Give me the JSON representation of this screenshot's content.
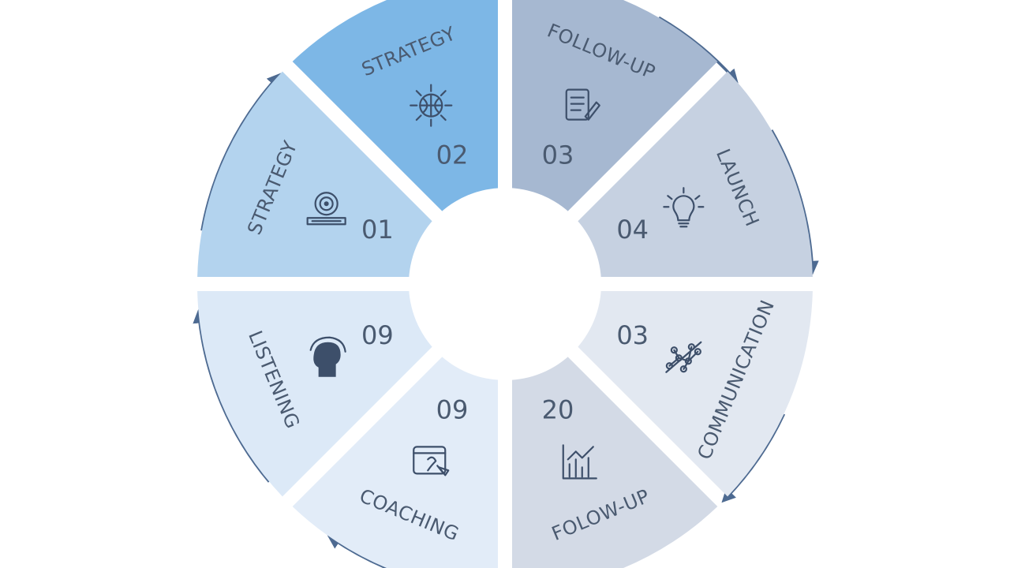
{
  "cycle": {
    "segments": [
      {
        "label": "STRATEGY",
        "number": "01",
        "icon": "target-screen-icon",
        "color": "#b3d3ee"
      },
      {
        "label": "STRATEGY",
        "number": "02",
        "icon": "gear-globe-icon",
        "color": "#7db7e6"
      },
      {
        "label": "FOLLOW-UP",
        "number": "03",
        "icon": "checklist-document-icon",
        "color": "#a6b8d1"
      },
      {
        "label": "LAUNCH",
        "number": "04",
        "icon": "lightbulb-icon",
        "color": "#c6d1e1"
      },
      {
        "label": "COMMUNICATION",
        "number": "03",
        "icon": "network-nodes-icon",
        "color": "#e2e8f1"
      },
      {
        "label": "FOLOW-UP",
        "number": "20",
        "icon": "bar-chart-icon",
        "color": "#d3dae6"
      },
      {
        "label": "COACHING",
        "number": "09",
        "icon": "presentation-board-icon",
        "color": "#e2ecf8"
      },
      {
        "label": "LISTENING",
        "number": "09",
        "icon": "head-silhouette-icon",
        "color": "#dce9f7"
      }
    ]
  }
}
